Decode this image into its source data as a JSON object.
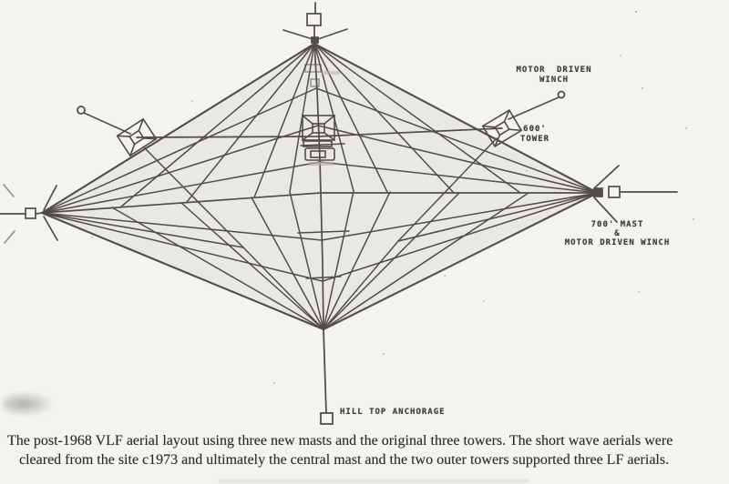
{
  "figure": {
    "labels": {
      "motor_driven_winch_line1": "MOTOR DRIVEN",
      "motor_driven_winch_line2": "WINCH",
      "tower_600_line1": "600'",
      "tower_600_line2": "TOWER",
      "mast_700_line1": "700' MAST",
      "mast_700_line2": "&",
      "mast_700_line3": "MOTOR DRIVEN WINCH",
      "hill_top_anchorage": "HILL TOP ANCHORAGE"
    },
    "caption_line1": "The post-1968 VLF aerial layout using three new masts and the original three towers. The short wave aerials were",
    "caption_line2": "cleared from the site c1973 and ultimately the central mast and the two outer towers supported three LF aerials.",
    "colors": {
      "paper": "#f4f3ef",
      "wash": "#e9e8e3",
      "ink": "#514d47",
      "label_ink": "#3e3a35",
      "caption_ink": "#2d2b28"
    }
  }
}
